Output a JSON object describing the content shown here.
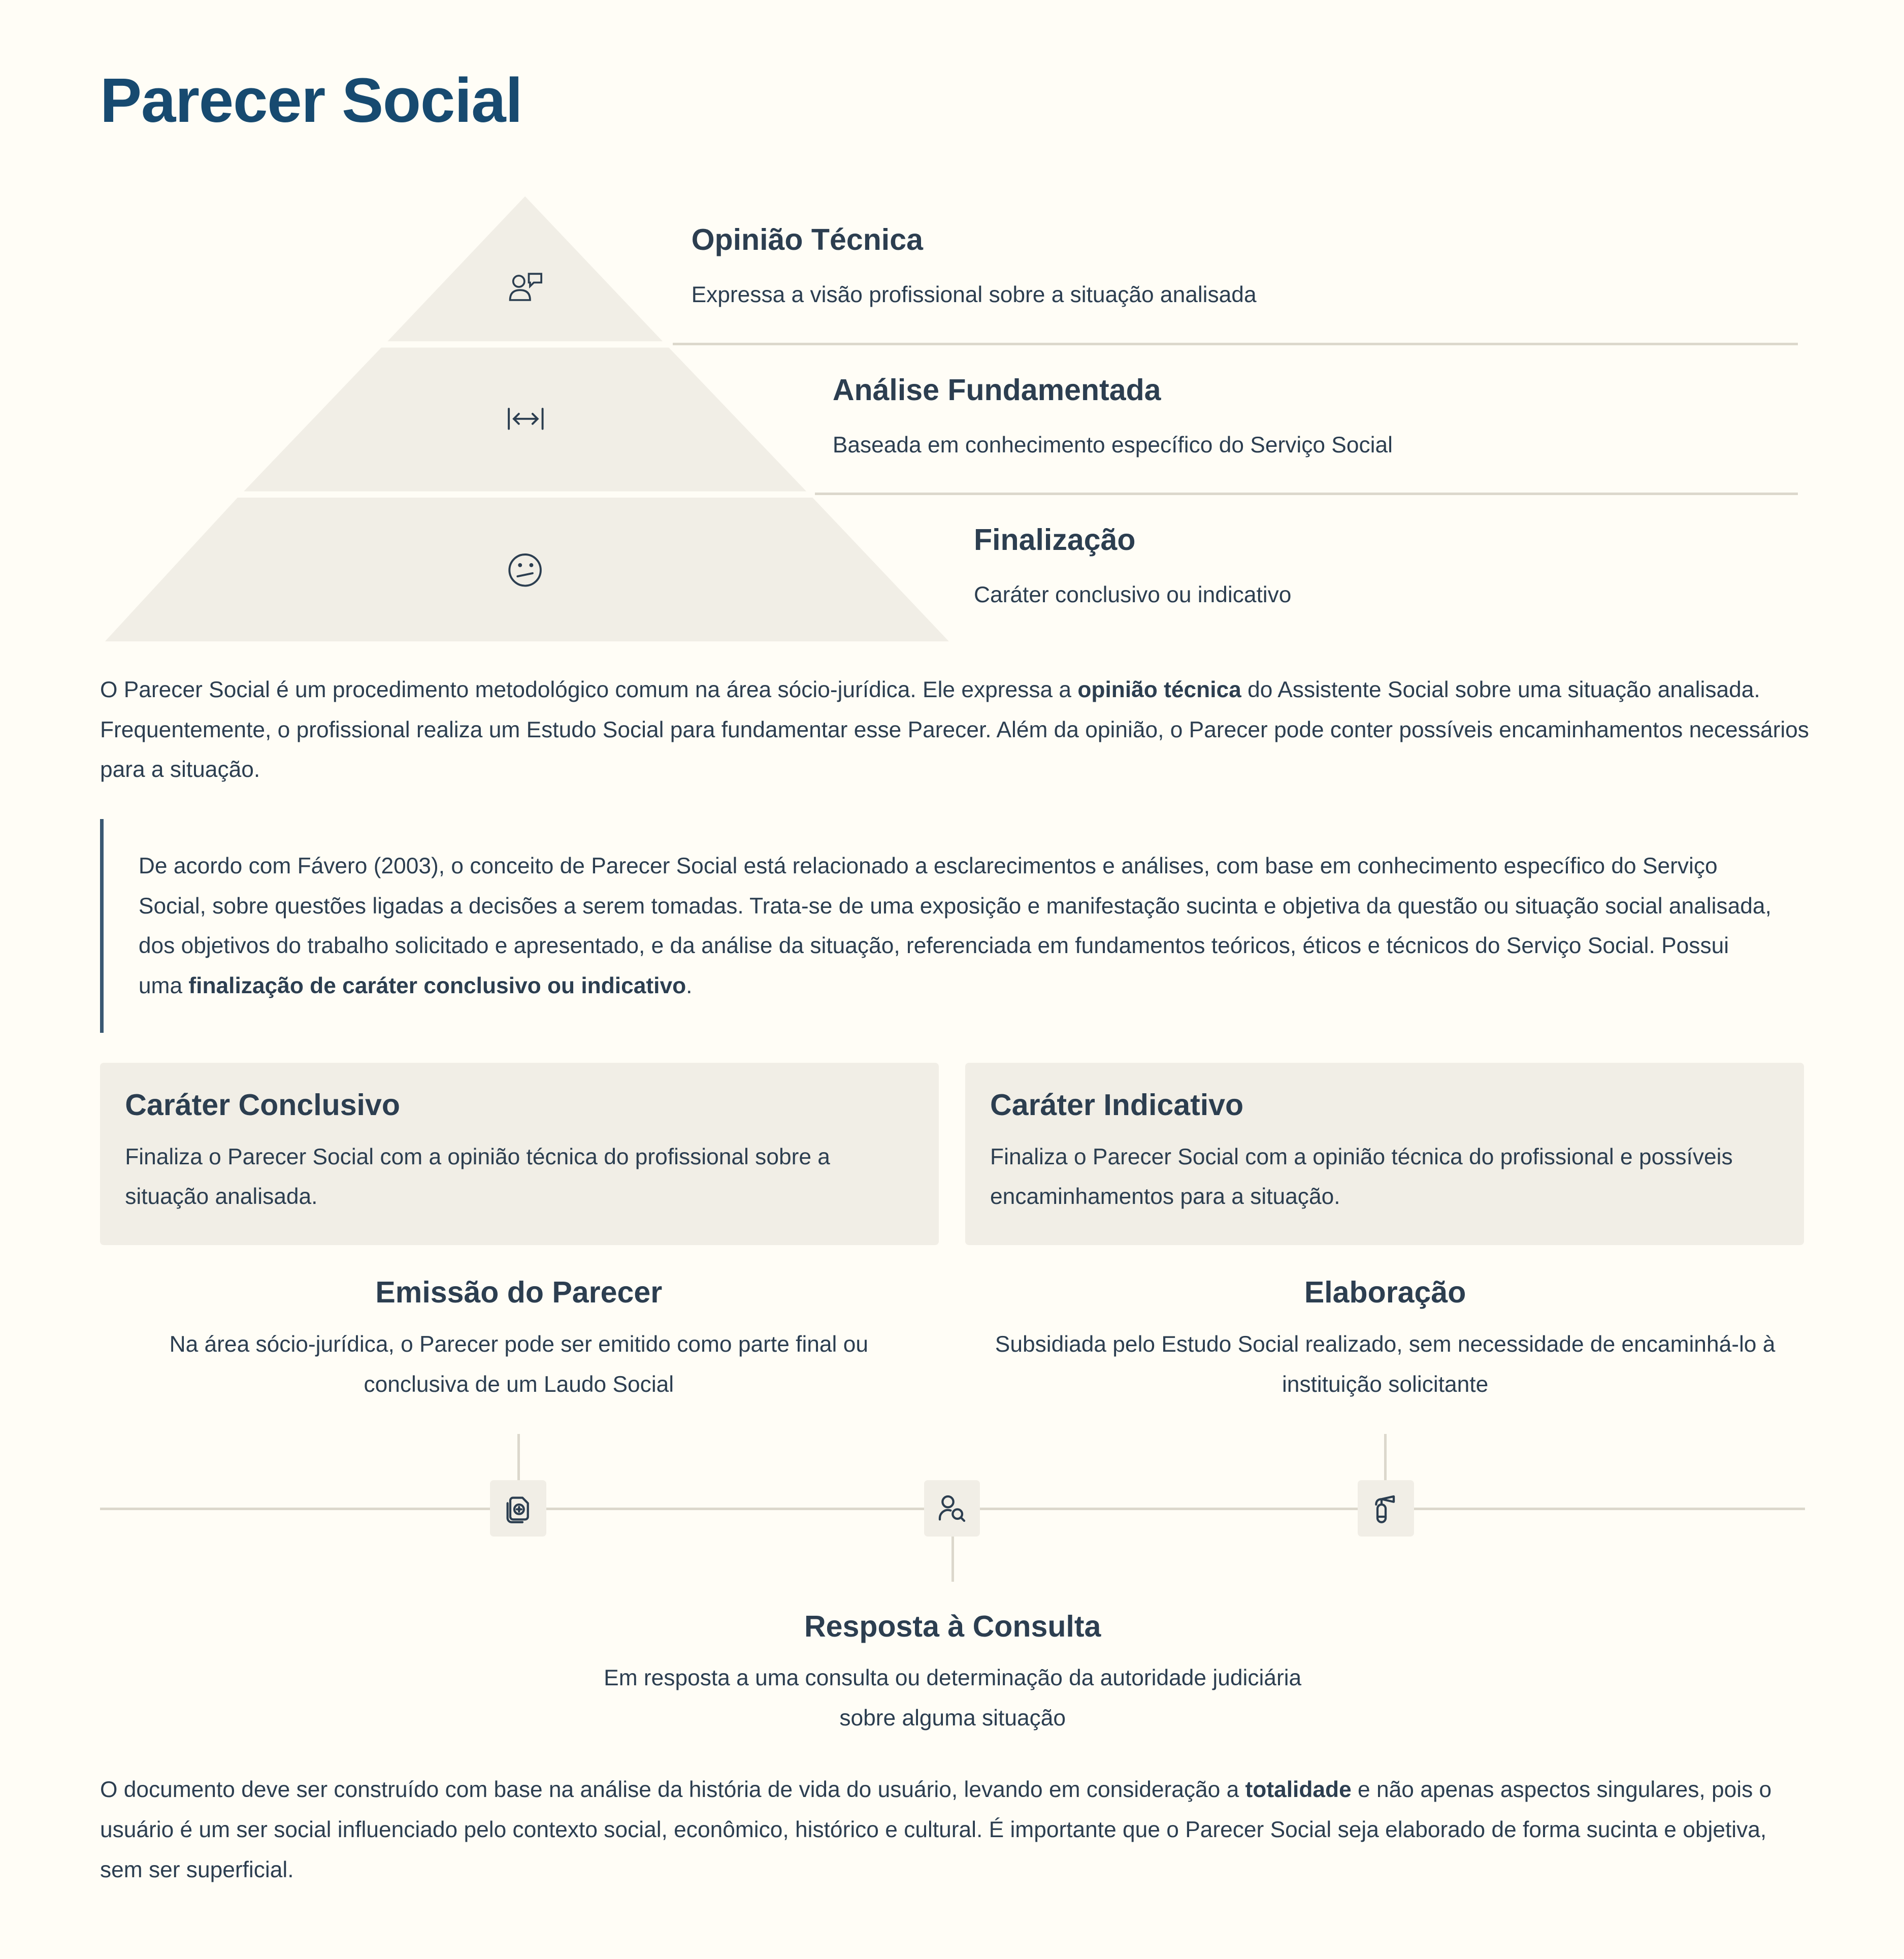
{
  "title": "Parecer Social",
  "pyramid": [
    {
      "title": "Opinião Técnica",
      "desc": "Expressa a visão profissional sobre a situação analisada",
      "icon": "doctor-speech-icon"
    },
    {
      "title": "Análise Fundamentada",
      "desc": "Baseada em conhecimento específico do Serviço Social",
      "icon": "width-arrows-icon"
    },
    {
      "title": "Finalização",
      "desc": "Caráter conclusivo ou indicativo",
      "icon": "neutral-face-icon"
    }
  ],
  "intro": {
    "a": "O Parecer Social é um procedimento metodológico comum na área sócio-jurídica. Ele expressa a ",
    "bold": "opinião técnica",
    "b": " do Assistente Social sobre uma situação analisada. Frequentemente, o profissional realiza um Estudo Social para fundamentar esse Parecer. Além da opinião, o Parecer pode conter possíveis encaminhamentos necessários para a situação."
  },
  "quote": {
    "a": "De acordo com Fávero (2003), o conceito de Parecer Social está relacionado a esclarecimentos e análises, com base em conhecimento específico do Serviço Social, sobre questões ligadas a decisões a serem tomadas. Trata-se de uma exposição e manifestação sucinta e objetiva da questão ou situação social analisada, dos objetivos do trabalho solicitado e apresentado, e da análise da situação, referenciada em fundamentos teóricos, éticos e técnicos do Serviço Social. Possui uma ",
    "bold": "finalização de caráter conclusivo ou indicativo",
    "b": "."
  },
  "cards": [
    {
      "title": "Caráter Conclusivo",
      "desc": "Finaliza o Parecer Social com a opinião técnica do profissional sobre a situação analisada."
    },
    {
      "title": "Caráter Indicativo",
      "desc": "Finaliza o Parecer Social com a opinião técnica do profissional e possíveis encaminhamentos para a situação."
    }
  ],
  "timeline": [
    {
      "title": "Emissão do Parecer",
      "desc": "Na área sócio-jurídica, o Parecer pode ser emitido como parte final ou conclusiva de um Laudo Social",
      "icon": "medical-files-icon"
    },
    {
      "title": "Resposta à Consulta",
      "desc": "Em resposta a uma consulta ou determinação da autoridade judiciária sobre alguma situação",
      "icon": "user-search-icon"
    },
    {
      "title": "Elaboração",
      "desc": "Subsidiada pelo Estudo Social realizado, sem necessidade de encaminhá-lo à instituição solicitante",
      "icon": "fire-extinguisher-icon"
    }
  ],
  "closing": {
    "a": "O documento deve ser construído com base na análise da história de vida do usuário, levando em consideração a ",
    "bold": "totalidade",
    "b": " e não apenas aspectos singulares, pois o usuário é um ser social influenciado pelo contexto social, econômico, histórico e cultural. É importante que o Parecer Social seja elaborado de forma sucinta e objetiva, sem ser superficial."
  }
}
